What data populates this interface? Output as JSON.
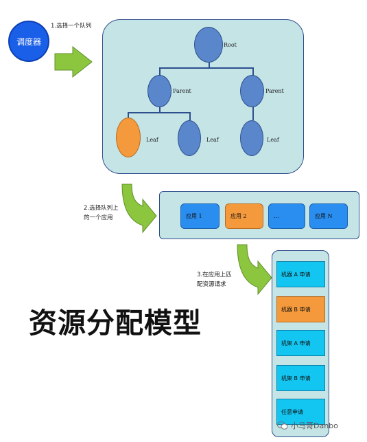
{
  "scheduler": {
    "label": "调度器"
  },
  "steps": {
    "step1": [
      "1.选择一个队列"
    ],
    "step2": [
      "2.选择队列上",
      "的一个应用"
    ],
    "step3": [
      "3.在应用上匹",
      "配资源请求"
    ]
  },
  "tree": {
    "root": "Root",
    "parent_left": "Parent",
    "parent_right": "Parent",
    "leaf_1": "Leaf",
    "leaf_2": "Leaf",
    "leaf_3": "Leaf"
  },
  "apps": [
    "应用 1",
    "应用 2",
    "...",
    "应用 N"
  ],
  "requests": [
    "机器 A 申请",
    "机器 B 申请",
    "机架 A 申请",
    "机架 B 申请",
    "任意申请"
  ],
  "title": "资源分配模型",
  "watermark": "小马哥Danbo",
  "colors": {
    "panel": "#c5e4e6",
    "node": "#5a86cb",
    "selected": "#f59a3c",
    "app": "#2a8ef0",
    "request": "#13c6f2",
    "arrow": "#8cc63f",
    "scheduler": "#1a5fe8"
  }
}
